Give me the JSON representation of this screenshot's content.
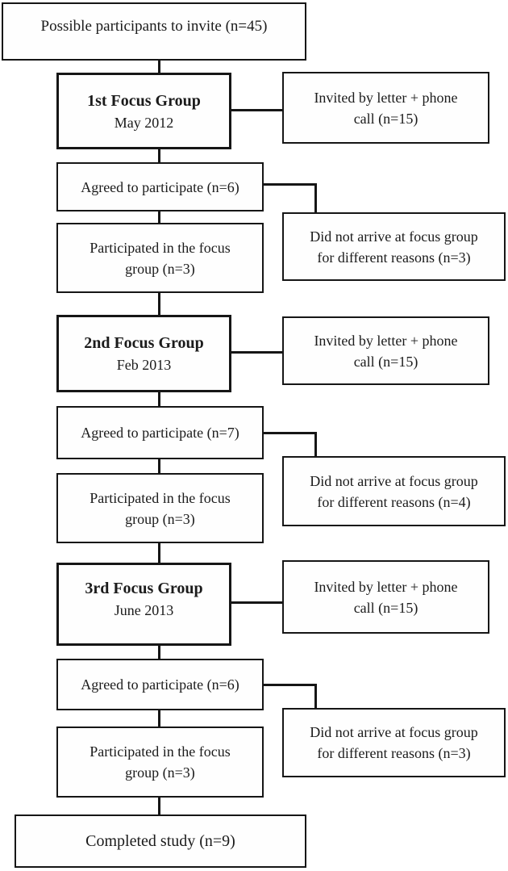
{
  "flowchart": {
    "start": {
      "label": "Possible participants to invite (n=45)"
    },
    "end": {
      "label": "Completed study (n=9)"
    },
    "rounds": [
      {
        "title": "1st Focus Group",
        "date": "May 2012",
        "invited_line1": "Invited by letter + phone",
        "invited_line2": "call (n=15)",
        "agreed": "Agreed to participate (n=6)",
        "no_show_line1": "Did not arrive at focus group",
        "no_show_line2": "for different reasons (n=3)",
        "participated_line1": "Participated in the focus",
        "participated_line2": "group (n=3)"
      },
      {
        "title": "2nd Focus Group",
        "date": "Feb 2013",
        "invited_line1": "Invited by letter + phone",
        "invited_line2": "call (n=15)",
        "agreed": "Agreed to participate (n=7)",
        "no_show_line1": "Did not arrive at focus group",
        "no_show_line2": "for different reasons (n=4)",
        "participated_line1": "Participated in the focus",
        "participated_line2": "group (n=3)"
      },
      {
        "title": "3rd Focus Group",
        "date": "June 2013",
        "invited_line1": "Invited by letter + phone",
        "invited_line2": "call (n=15)",
        "agreed": "Agreed to participate (n=6)",
        "no_show_line1": "Did not arrive at focus group",
        "no_show_line2": "for different reasons (n=3)",
        "participated_line1": "Participated in the focus",
        "participated_line2": "group (n=3)"
      }
    ],
    "colors": {
      "border": "#161616",
      "text": "#1b1b1b",
      "background": "#ffffff"
    }
  }
}
